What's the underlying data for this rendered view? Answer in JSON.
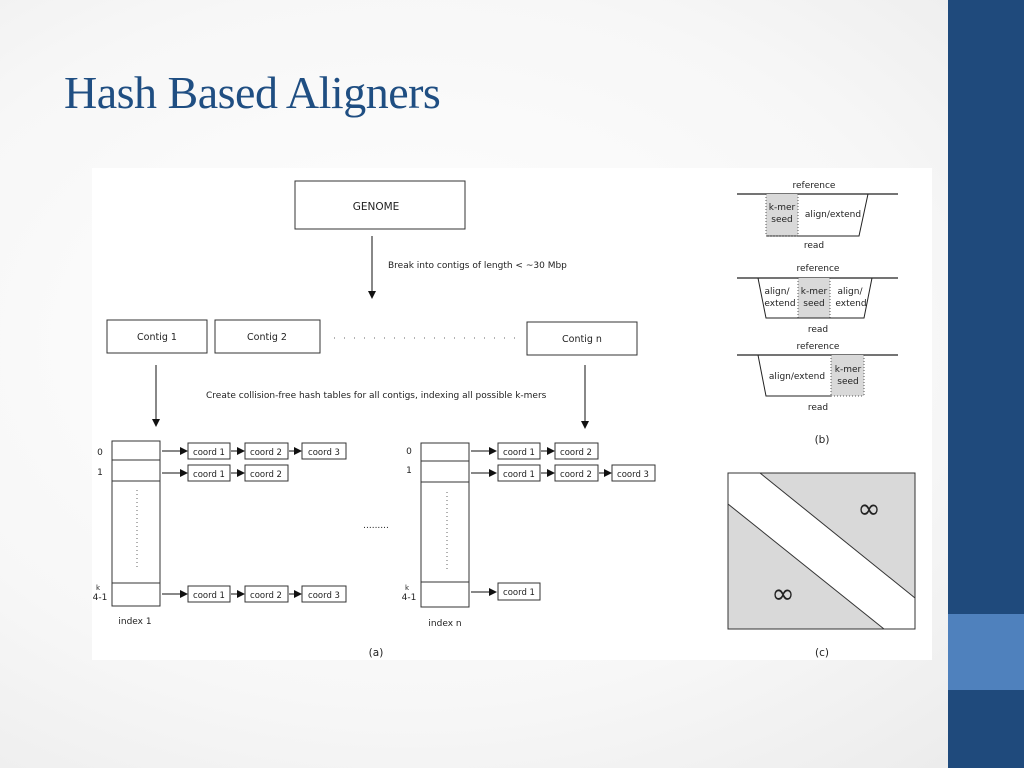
{
  "slide": {
    "title": "Hash Based Aligners",
    "colors": {
      "title": "#1f4e82",
      "sidebar": "#1f4a7c",
      "sidebar_accent": "#4f81bd"
    }
  },
  "panel_a": {
    "genome_label": "GENOME",
    "step1_label": "Break into contigs of length < ~30 Mbp",
    "contigs": [
      "Contig 1",
      "Contig 2",
      "Contig n"
    ],
    "step2_label": "Create collision-free hash tables for all contigs, indexing all possible k-mers",
    "row_first": "0",
    "row_second": "1",
    "row_last_k": "k",
    "row_last_main": "4-1",
    "index1_label": "index 1",
    "indexn_label": "index n",
    "between_dots": ".........",
    "index1_chains": [
      [
        "coord 1",
        "coord 2",
        "coord 3"
      ],
      [
        "coord 1",
        "coord 2"
      ],
      [
        "coord 1",
        "coord 2",
        "coord 3"
      ]
    ],
    "indexn_chains": [
      [
        "coord 1",
        "coord 2"
      ],
      [
        "coord 1",
        "coord 2",
        "coord 3"
      ],
      [
        "coord 1"
      ]
    ],
    "caption": "(a)"
  },
  "panel_b": {
    "reference_label": "reference",
    "read_label": "read",
    "kmer_line1": "k-mer",
    "kmer_line2": "seed",
    "align_extend": "align/extend",
    "align_line1": "align/",
    "align_line2": "extend",
    "caption": "(b)"
  },
  "panel_c": {
    "symbol_upper": "∞",
    "symbol_lower": "∞",
    "caption": "(c)"
  }
}
